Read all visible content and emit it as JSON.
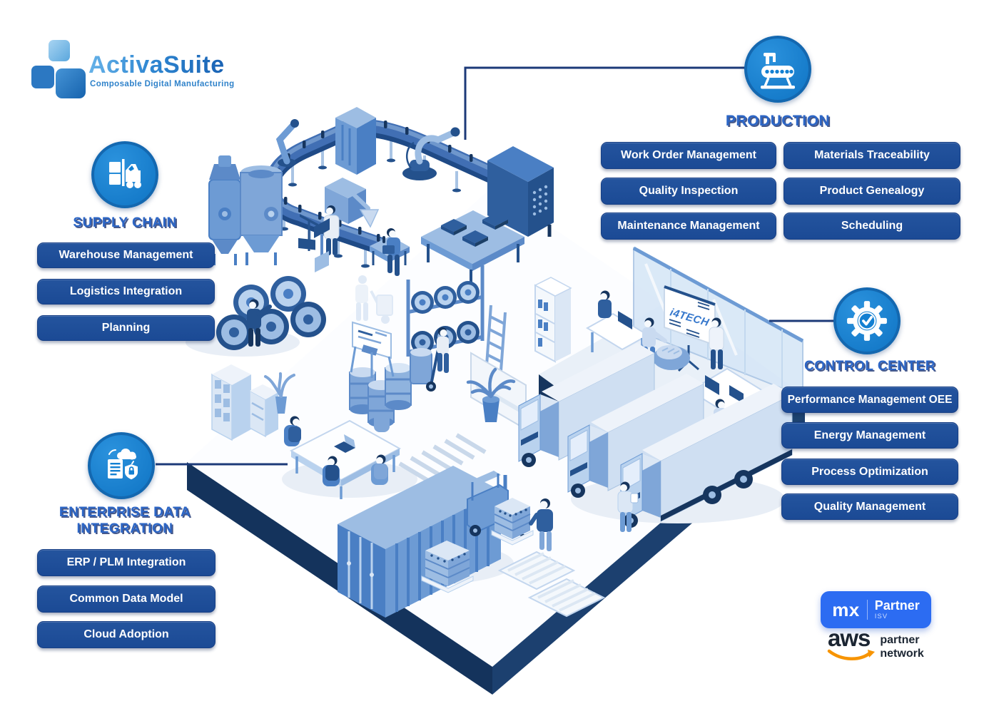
{
  "logo": {
    "name": "ActivaSuite",
    "tagline": "Composable Digital Manufacturing"
  },
  "sections": {
    "supply_chain": {
      "title": "SUPPLY CHAIN",
      "icon": "forklift-icon",
      "items": [
        "Warehouse Management",
        "Logistics Integration",
        "Planning"
      ]
    },
    "production": {
      "title": "PRODUCTION",
      "icon": "machine-icon",
      "items_left": [
        "Work Order Management",
        "Quality Inspection",
        "Maintenance Management"
      ],
      "items_right": [
        "Materials Traceability",
        "Product Genealogy",
        "Scheduling"
      ]
    },
    "control_center": {
      "title": "CONTROL CENTER",
      "icon": "gear-check-icon",
      "items": [
        "Performance Management OEE",
        "Energy Management",
        "Process Optimization",
        "Quality Management"
      ]
    },
    "enterprise_data": {
      "title_line1": "ENTERPRISE DATA",
      "title_line2": "INTEGRATION",
      "icon": "data-cloud-shield-icon",
      "items": [
        "ERP / PLM Integration",
        "Common Data Model",
        "Cloud Adoption"
      ]
    }
  },
  "scene": {
    "screen_brand": "i4TECH"
  },
  "partners": {
    "mendix": {
      "abbr": "mx",
      "label": "Partner",
      "sublabel": "ISV"
    },
    "aws": {
      "name": "aws",
      "label_line1": "partner",
      "label_line2": "network"
    }
  },
  "colors": {
    "accent_blue": "#1380d2",
    "title_blue": "#2c66c6",
    "pill_blue": "#1f4f9d",
    "platform_navy": "#14335c",
    "mendix_blue": "#2c6cf2",
    "aws_orange": "#f79400"
  }
}
